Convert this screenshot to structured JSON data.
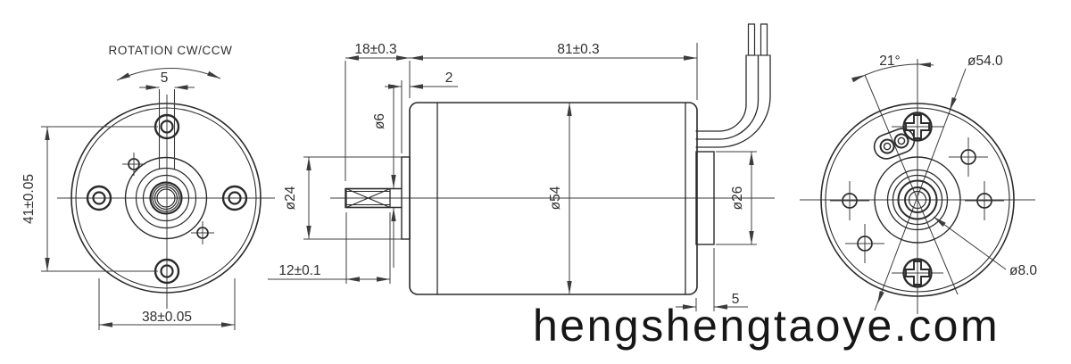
{
  "colors": {
    "ink": "#2b2b2b",
    "background": "#ffffff"
  },
  "watermark": "hengshengtaoye.com",
  "front_view": {
    "rotation_label": "ROTATION CW/CCW",
    "dim_slot_width": "5",
    "dim_hole_spacing_vertical": "41±0.05",
    "dim_hole_spacing_horizontal": "38±0.05"
  },
  "side_view": {
    "dim_shaft_extension": "18±0.3",
    "dim_body_length": "81±0.3",
    "dim_front_boss_step": "2",
    "dim_shaft_diameter": "ø6",
    "dim_front_boss_diameter": "ø24",
    "dim_shaft_knurl_length": "12±0.1",
    "dim_body_diameter": "ø54",
    "dim_rear_boss_diameter": "ø26",
    "dim_rear_boss_length": "5"
  },
  "rear_view": {
    "dim_terminal_angle": "21°",
    "dim_outer_diameter": "ø54.0",
    "dim_bearing_diameter": "ø8.0"
  }
}
